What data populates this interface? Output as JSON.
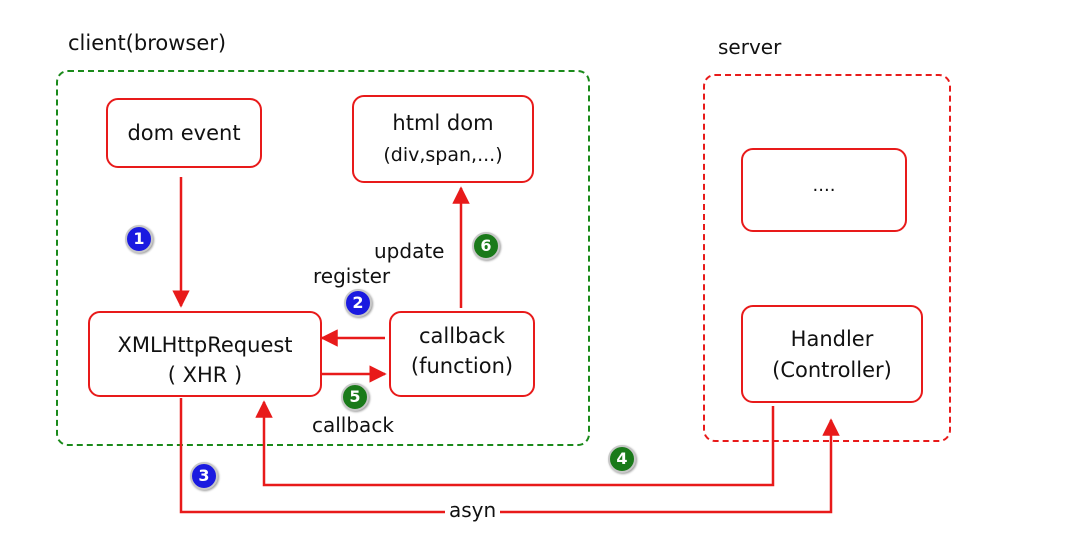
{
  "colors": {
    "client_border": "#1a8a1a",
    "server_border": "#e81a1a",
    "box_border": "#e81a1a",
    "arrow": "#e81a1a",
    "badge_blue": "#1a1ae0",
    "badge_green": "#1a7a1a"
  },
  "client": {
    "title": "client(browser)"
  },
  "server": {
    "title": "server"
  },
  "boxes": {
    "dom_event": {
      "line1": "dom event"
    },
    "html_dom": {
      "line1": "html dom",
      "line2": "(div,span,...)"
    },
    "xhr": {
      "line1": "XMLHttpRequest",
      "line2": "( XHR )"
    },
    "callback_fn": {
      "line1": "callback",
      "line2": "(function)"
    },
    "server_other": {
      "line1": "...."
    },
    "handler": {
      "line1": "Handler",
      "line2": "(Controller)"
    }
  },
  "arrow_labels": {
    "update": "update",
    "register": "register",
    "callback": "callback",
    "asyn": "asyn"
  },
  "steps": [
    {
      "number": "1",
      "color": "blue"
    },
    {
      "number": "2",
      "color": "blue"
    },
    {
      "number": "3",
      "color": "blue"
    },
    {
      "number": "4",
      "color": "green"
    },
    {
      "number": "5",
      "color": "green"
    },
    {
      "number": "6",
      "color": "green"
    }
  ]
}
